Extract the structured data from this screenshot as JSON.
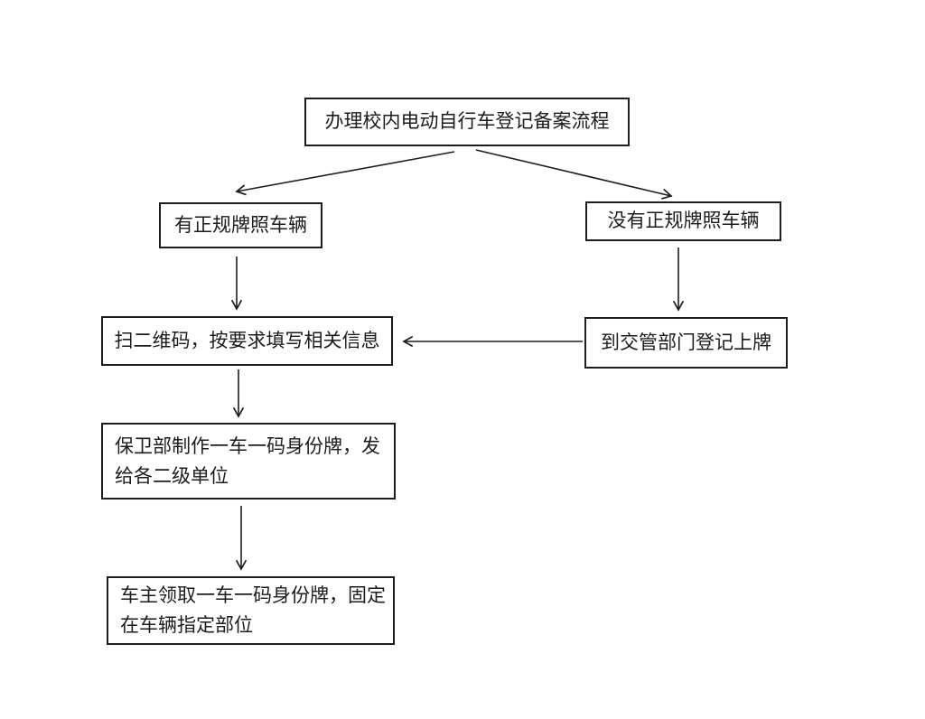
{
  "diagram": {
    "type": "flowchart",
    "language": "zh-CN",
    "nodes": {
      "start": {
        "label": "办理校内电动自行车登记备案流程"
      },
      "has_plate": {
        "label": "有正规牌照车辆"
      },
      "no_plate": {
        "label": "没有正规牌照车辆"
      },
      "scan_qr": {
        "label": "扫二维码，按要求填写相关信息"
      },
      "traffic_register": {
        "label": "到交管部门登记上牌"
      },
      "make_plate": {
        "label": "保卫部制作一车一码身份牌，发给各二级单位",
        "lines": [
          "保卫部制作一车一码身份牌，发",
          "给各二级单位"
        ]
      },
      "owner_receive": {
        "label": "车主领取一车一码身份牌，固定在车辆指定部位",
        "lines": [
          "车主领取一车一码身份牌，固定",
          "在车辆指定部位"
        ]
      }
    },
    "edges": [
      {
        "from": "start",
        "to": "has_plate"
      },
      {
        "from": "start",
        "to": "no_plate"
      },
      {
        "from": "has_plate",
        "to": "scan_qr"
      },
      {
        "from": "no_plate",
        "to": "traffic_register"
      },
      {
        "from": "traffic_register",
        "to": "scan_qr"
      },
      {
        "from": "scan_qr",
        "to": "make_plate"
      },
      {
        "from": "make_plate",
        "to": "owner_receive"
      }
    ],
    "colors": {
      "background": "#ffffff",
      "line": "#1d1d1d",
      "text": "#1c1c1c",
      "box_fill": "#ffffff"
    }
  }
}
